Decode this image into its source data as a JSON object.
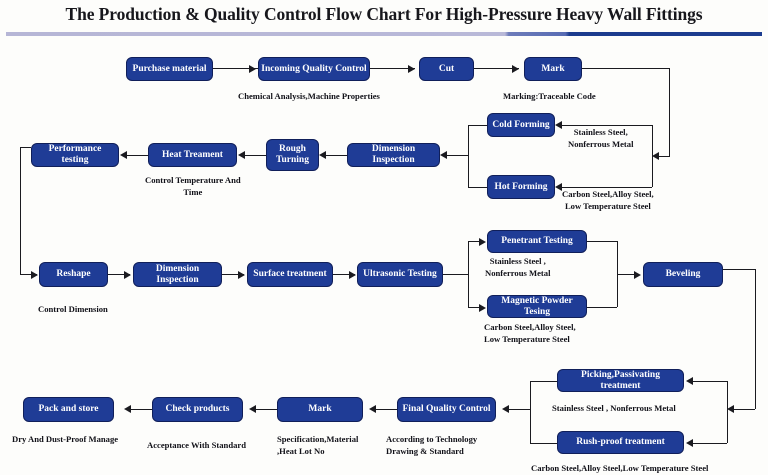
{
  "page": {
    "title": "The Production & Quality Control Flow Chart For High-Pressure Heavy Wall Fittings",
    "background_color": "#fdfdfb",
    "box_fill_color": "#1f3c96",
    "box_text_color": "#ffffff",
    "line_color": "#1b1b20",
    "divider_colors": [
      "#b9b9d8",
      "#5c6fb5",
      "#1d3d90"
    ]
  },
  "nodes": {
    "purchase_material": "Purchase material",
    "incoming_quality_control": "Incoming Quality Control",
    "cut": "Cut",
    "mark_top": "Mark",
    "cold_forming": "Cold Forming",
    "hot_forming": "Hot Forming",
    "dimension_inspection_row2": "Dimension Inspection",
    "rough_turning": "Rough\nTurning",
    "heat_treatment": "Heat Treament",
    "performance_testing": "Performance testing",
    "reshape": "Reshape",
    "dimension_inspection_row3": "Dimension Inspection",
    "surface_treatment": "Surface treatment",
    "ultrasonic_testing": "Ultrasonic Testing",
    "penetrant_testing": "Penetrant Testing",
    "magnetic_powder_testing": "Magnetic Powder Tesing",
    "beveling": "Beveling",
    "picking_passivating": "Picking,Passivating  treatment",
    "rush_proof": "Rush-proof treatment",
    "final_quality_control": "Final Quality Control",
    "mark_bottom": "Mark",
    "check_products": "Check products",
    "pack_and_store": "Pack and store"
  },
  "captions": {
    "chemical_analysis": "Chemical Analysis,Machine Properties",
    "marking_traceable": "Marking:Traceable Code",
    "stainless_row2": "Stainless Steel,\nNonferrous Metal",
    "carbon_row2": "Carbon Steel,Alloy Steel,\nLow Temperature Steel",
    "control_temperature": "Control Temperature And\nTime",
    "control_dimension": "Control Dimension",
    "stainless_row3": "Stainless Steel ,\nNonferrous Metal",
    "carbon_row3": "Carbon Steel,Alloy Steel,\nLow Temperature Steel",
    "stainless_row4": "Stainless Steel , Nonferrous Metal",
    "carbon_row4": "Carbon Steel,Alloy Steel,Low Temperature Steel",
    "dry_dust_proof": "Dry And Dust-Proof Manage",
    "acceptance_with_standard": "Acceptance With Standard",
    "specification_material": "Specification,Material\n,Heat Lot No",
    "according_to_technology": "According to Technology\nDrawing & Standard"
  }
}
